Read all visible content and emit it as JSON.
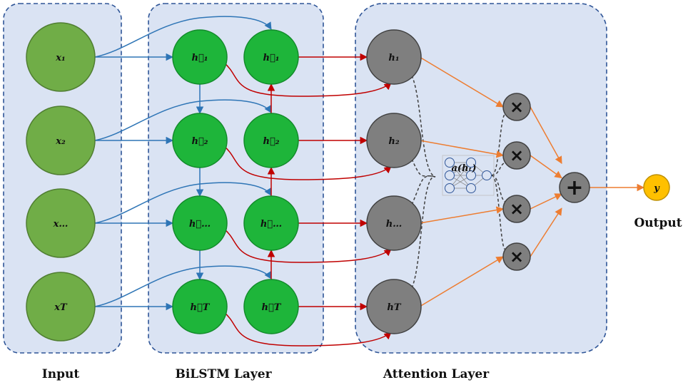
{
  "colors": {
    "panel_fill": "#dae3f3",
    "panel_border": "#2f5597",
    "input_node": "#70ad47",
    "input_stroke": "#507e32",
    "bilstm_node": "#1eb53a",
    "bilstm_stroke": "#128a2a",
    "attention_node": "#7f7f7f",
    "attention_stroke": "#404040",
    "output_node": "#ffc000",
    "output_stroke": "#bf9000",
    "input_arrow": "#2e75b6",
    "forward_arrow": "#c00000",
    "weight_arrow": "#ed7d31",
    "dashed_link": "#404040",
    "mini_net_node": "#dae3f3"
  },
  "sections": {
    "input": "Input",
    "bilstm": "BiLSTM Layer",
    "attention": "Attention Layer",
    "output": "Output"
  },
  "input_nodes": [
    "x₁",
    "x₂",
    "x…",
    "xT"
  ],
  "forward_nodes": [
    "h⃗₁",
    "h⃗₂",
    "h⃗…",
    "h⃗T"
  ],
  "backward_nodes": [
    "h⃖₁",
    "h⃖₂",
    "h⃖…",
    "h⃖T"
  ],
  "attention_nodes": [
    "h₁",
    "h₂",
    "h…",
    "hT"
  ],
  "attention_function": "a(hₜ)",
  "multiply_symbol": "×",
  "sum_symbol": "+",
  "output_node": "y"
}
